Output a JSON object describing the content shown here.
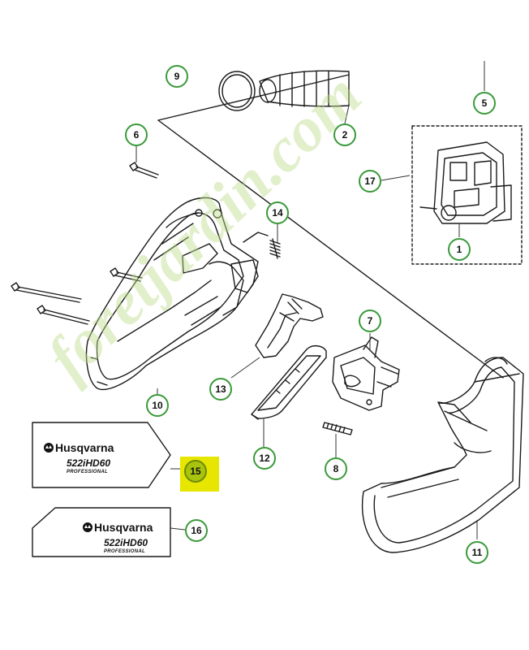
{
  "callouts": {
    "c1": "1",
    "c2": "2",
    "c5": "5",
    "c6": "6",
    "c7": "7",
    "c8": "8",
    "c9": "9",
    "c10": "10",
    "c11": "11",
    "c12": "12",
    "c13": "13",
    "c14": "14",
    "c15": "15",
    "c16": "16",
    "c17": "17"
  },
  "decals": {
    "brand": "Husqvarna",
    "model": "522iHD60",
    "edition": "PROFESSIONAL"
  },
  "watermark": "foretjardin.com",
  "colors": {
    "callout_border": "#3a9a3a",
    "highlight_box": "#e6e600",
    "highlight_fill": "#a9c40e",
    "watermark": "#bedc8c"
  }
}
